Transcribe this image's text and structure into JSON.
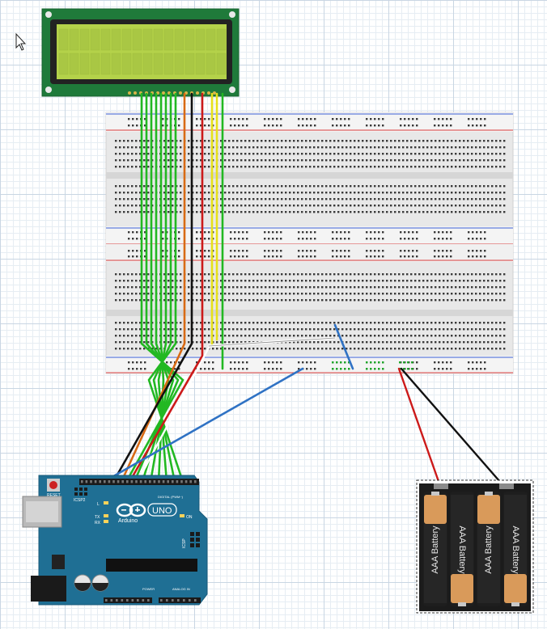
{
  "arduino": {
    "reset_label": "RESET",
    "icsp2_label": "ICSP2",
    "icsp_label": "ICSP",
    "l_label": "L",
    "tx_label": "TX",
    "rx_label": "RX",
    "on_label": "ON",
    "brand": "Arduino",
    "model": "UNO",
    "digital_label": "DIGITAL (PWM~)",
    "power_label": "POWER",
    "analog_label": "ANALOG IN"
  },
  "battery": {
    "cell_labels": [
      "AAA Battery",
      "AAA Battery",
      "AAA Battery",
      "AAA Battery"
    ]
  },
  "colors": {
    "lcd_pcb": "#1f7a3a",
    "lcd_screen": "#b4d24a",
    "arduino": "#1f6f94",
    "wire_green": "#22b822",
    "wire_orange": "#d86a14",
    "wire_red": "#cc1a1a",
    "wire_black": "#111111",
    "wire_yellow": "#e6e01a",
    "wire_blue": "#2f72c4"
  }
}
